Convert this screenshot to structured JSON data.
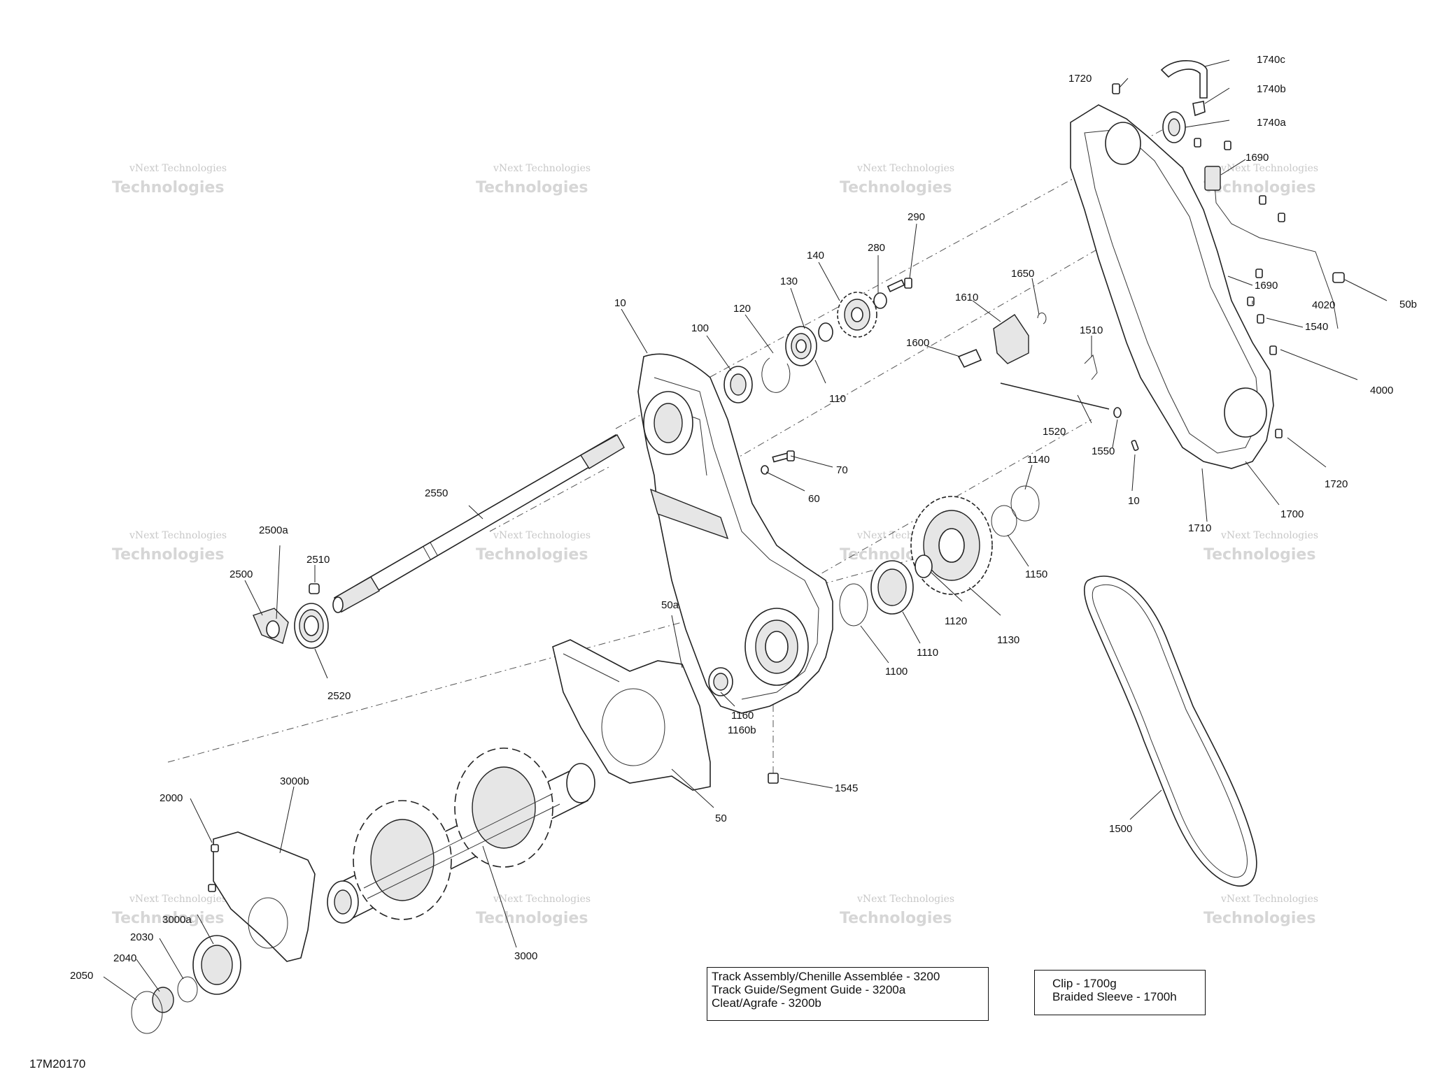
{
  "diagram_code": "17M20170",
  "watermark": {
    "line1": "vNext Technologies",
    "line2": "Technologies"
  },
  "part_labels": [
    "10",
    "50",
    "50a",
    "50b",
    "60",
    "70",
    "100",
    "110",
    "120",
    "130",
    "140",
    "280",
    "290",
    "1100",
    "1110",
    "1120",
    "1130",
    "1140",
    "1150",
    "1160",
    "1160b",
    "1500",
    "1510",
    "1520",
    "1540",
    "1545",
    "1550",
    "1600",
    "1610",
    "1650",
    "1690",
    "1690",
    "1700",
    "1710",
    "1720",
    "1720",
    "1740a",
    "1740b",
    "1740c",
    "2000",
    "2030",
    "2040",
    "2050",
    "2500",
    "2500a",
    "2510",
    "2520",
    "2550",
    "3000",
    "3000a",
    "3000b",
    "4000",
    "4020",
    "10"
  ],
  "info_box_track": [
    "Track Assembly/Chenille Assemblée - 3200",
    "Track Guide/Segment Guide - 3200a",
    "Cleat/Agrafe - 3200b"
  ],
  "info_box_clip": [
    "Clip - 1700g",
    "Braided Sleeve - 1700h"
  ]
}
